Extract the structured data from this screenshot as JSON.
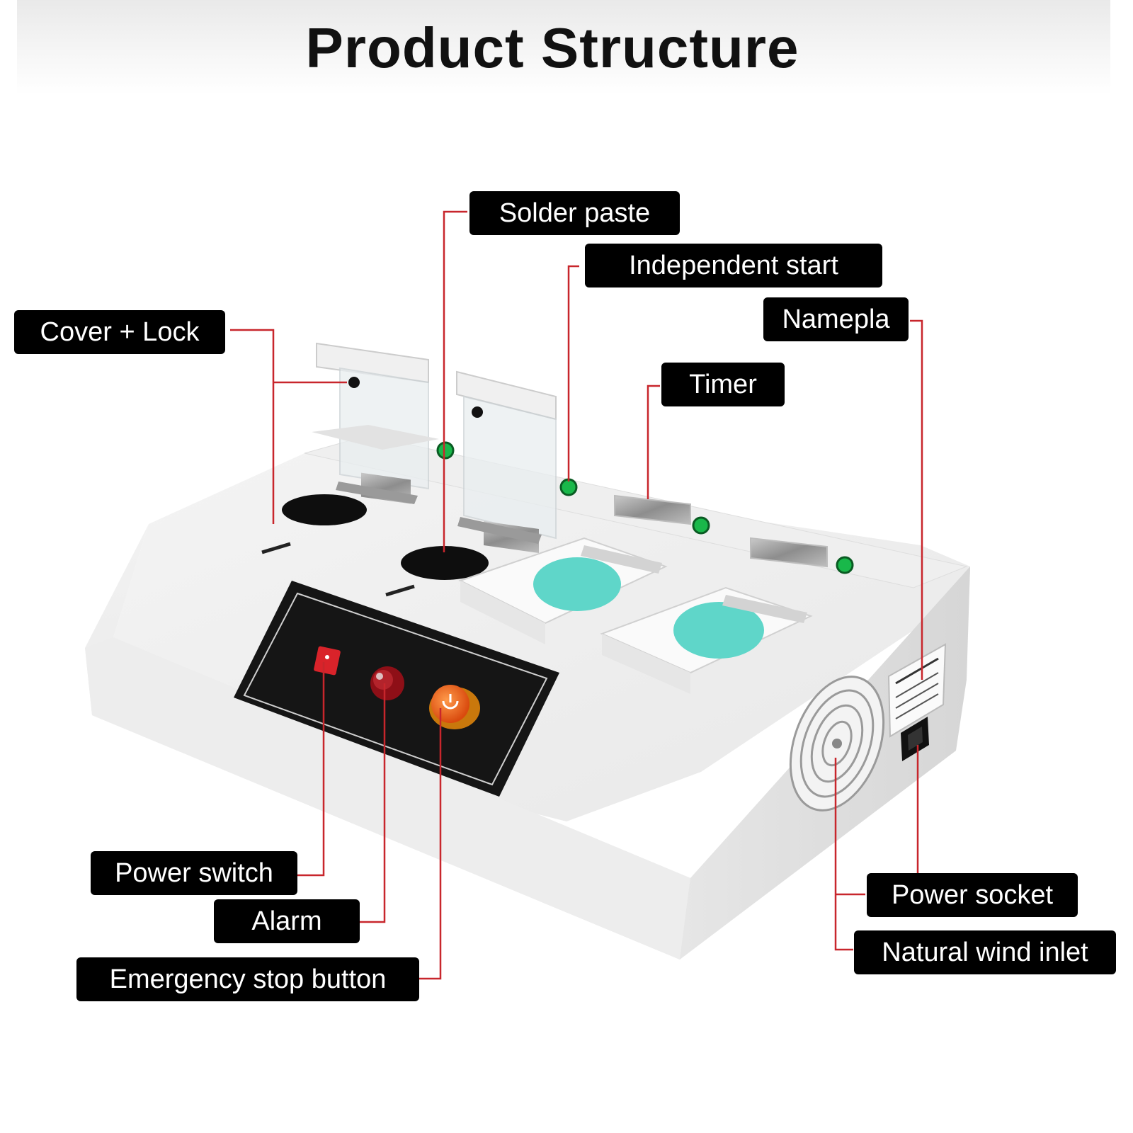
{
  "title": "Product Structure",
  "labels": {
    "solder_paste": "Solder paste",
    "independent_start": "Independent start",
    "nameplate": "Namepla",
    "cover_lock": "Cover + Lock",
    "timer": "Timer",
    "power_switch": "Power switch",
    "alarm": "Alarm",
    "emergency_stop": "Emergency stop button",
    "power_socket": "Power socket",
    "natural_wind_inlet": "Natural wind inlet"
  },
  "colors": {
    "leader_line": "#c8262c",
    "label_bg": "#000000",
    "label_text": "#ffffff",
    "pad_teal": "#5fd6c9",
    "indicator_green": "#19b84a",
    "switch_red": "#d9232a",
    "estop_orange": "#f26a1b"
  }
}
